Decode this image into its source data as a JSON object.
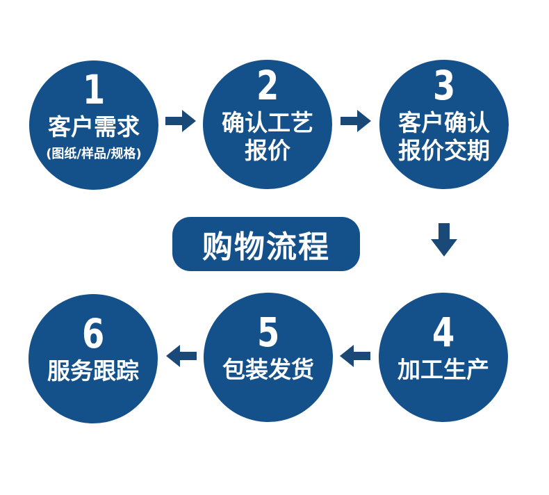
{
  "diagram_title": "购物流程",
  "colors": {
    "background": "#FFFFFF",
    "circle_fill": "#14518A",
    "badge_fill": "#14518A",
    "arrow_fill": "#1A4978",
    "text": "#FFFFFF"
  },
  "badge": {
    "label": "购物流程"
  },
  "steps": [
    {
      "number": "1",
      "lines": [
        "客户需求"
      ],
      "note": "(图纸/样品/规格)"
    },
    {
      "number": "2",
      "lines": [
        "确认工艺",
        "报价"
      ]
    },
    {
      "number": "3",
      "lines": [
        "客户确认",
        "报价交期"
      ]
    },
    {
      "number": "4",
      "lines": [
        "加工生产"
      ]
    },
    {
      "number": "5",
      "lines": [
        "包装发货"
      ]
    },
    {
      "number": "6",
      "lines": [
        "服务跟踪"
      ]
    }
  ],
  "flow_order": [
    "1 → 2",
    "2 → 3",
    "3 → 4",
    "4 → 5",
    "5 → 6"
  ]
}
